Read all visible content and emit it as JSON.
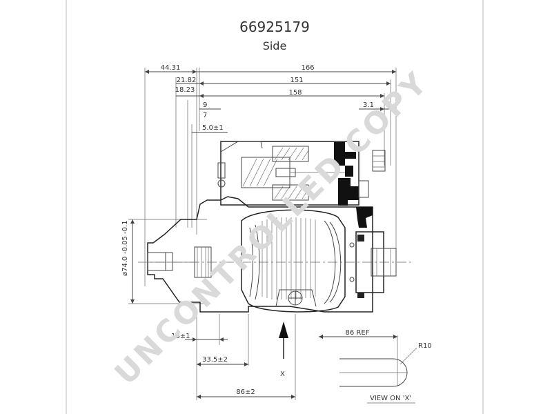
{
  "header": {
    "part_number": "66925179",
    "view_title": "Side"
  },
  "dimensions": {
    "d_44_31": "44.31",
    "d_166": "166",
    "d_21_82": "21.82",
    "d_151": "151",
    "d_18_23": "18.23",
    "d_158": "158",
    "d_9": "9",
    "d_7": "7",
    "d_3_1": "3.1",
    "d_5_0": "5.0±1",
    "d_dia_74": "ø74.0",
    "d_dia_74_tol": "-0.05 -0.1",
    "d_18": "18±1",
    "d_33_5": "33.5±2",
    "d_86": "86±2",
    "d_86_ref": "86 REF",
    "d_r10": "R10"
  },
  "labels": {
    "arrow_x": "X",
    "view_on_x": "VIEW ON 'X'"
  },
  "watermark": {
    "text": "UNCONTROLLED COPY"
  }
}
